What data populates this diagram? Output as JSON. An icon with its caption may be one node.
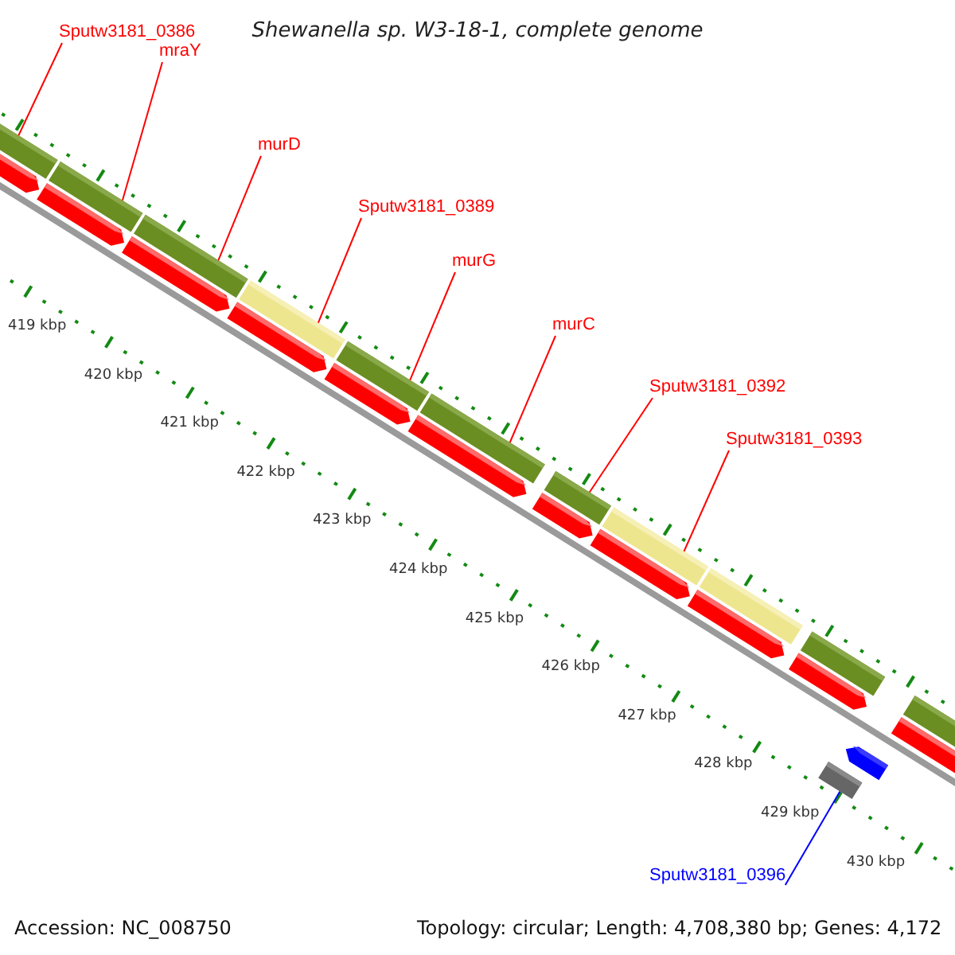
{
  "diagram": {
    "title": "Shewanella sp. W3-18-1, complete genome",
    "nodes": [
      {
        "text": [
          "Sputw3181_0386"
        ]
      },
      {
        "text": [
          "mraY"
        ]
      },
      {
        "text": [
          "murD"
        ]
      },
      {
        "text": [
          "Sputw3181_0389"
        ]
      },
      {
        "text": [
          "murG"
        ]
      },
      {
        "text": [
          "murC"
        ]
      },
      {
        "text": [
          "Sputw3181_0392"
        ]
      },
      {
        "text": [
          "Sputw3181_0393"
        ]
      },
      {
        "text": [
          "Sputw3181_0396"
        ]
      },
      {
        "text": [],
        "shape": "bar"
      },
      {
        "text": [],
        "shape": "bar"
      },
      {
        "text": [],
        "shape": "bar"
      },
      {
        "text": [],
        "shape": "bar"
      },
      {
        "text": [],
        "shape": "bar"
      },
      {
        "text": [],
        "shape": "bar"
      },
      {
        "text": [],
        "shape": "bar"
      },
      {
        "text": [],
        "shape": "bar"
      },
      {
        "text": [],
        "shape": "bar"
      },
      {
        "text": [],
        "shape": "bar"
      },
      {
        "text": [],
        "shape": "bar"
      },
      {
        "text": [],
        "shape": "bar"
      },
      {
        "text": [],
        "shape": "arrow"
      },
      {
        "text": [],
        "shape": "arrow"
      },
      {
        "text": [],
        "shape": "arrow"
      },
      {
        "text": [],
        "shape": "arrow"
      },
      {
        "text": [],
        "shape": "arrow"
      },
      {
        "text": [],
        "shape": "arrow"
      },
      {
        "text": [],
        "shape": "arrow"
      },
      {
        "text": [],
        "shape": "arrow"
      },
      {
        "text": [],
        "shape": "arrow"
      },
      {
        "text": [],
        "shape": "arrow"
      },
      {
        "text": [],
        "shape": "arrow"
      },
      {
        "text": [],
        "shape": "arrow"
      }
    ],
    "edges": [
      {
        "from": 0,
        "to": 9,
        "arrow": "none"
      },
      {
        "from": 1,
        "to": 10,
        "arrow": "none"
      },
      {
        "from": 2,
        "to": 11,
        "arrow": "none"
      },
      {
        "from": 3,
        "to": 12,
        "arrow": "none"
      },
      {
        "from": 4,
        "to": 13,
        "arrow": "none"
      },
      {
        "from": 5,
        "to": 14,
        "arrow": "none"
      },
      {
        "from": 6,
        "to": 15,
        "arrow": "none"
      },
      {
        "from": 7,
        "to": 16,
        "arrow": "none"
      },
      {
        "from": 8,
        "to": 20,
        "arrow": "none",
        "color": "#0000ff"
      }
    ],
    "labels": [
      "419 kbp",
      "420 kbp",
      "421 kbp",
      "422 kbp",
      "423 kbp",
      "424 kbp",
      "425 kbp",
      "426 kbp",
      "427 kbp",
      "428 kbp",
      "429 kbp",
      "430 kbp",
      "Accession: NC_008750",
      "Topology: circular; Length: 4,708,380 bp; Genes: 4,172"
    ]
  }
}
